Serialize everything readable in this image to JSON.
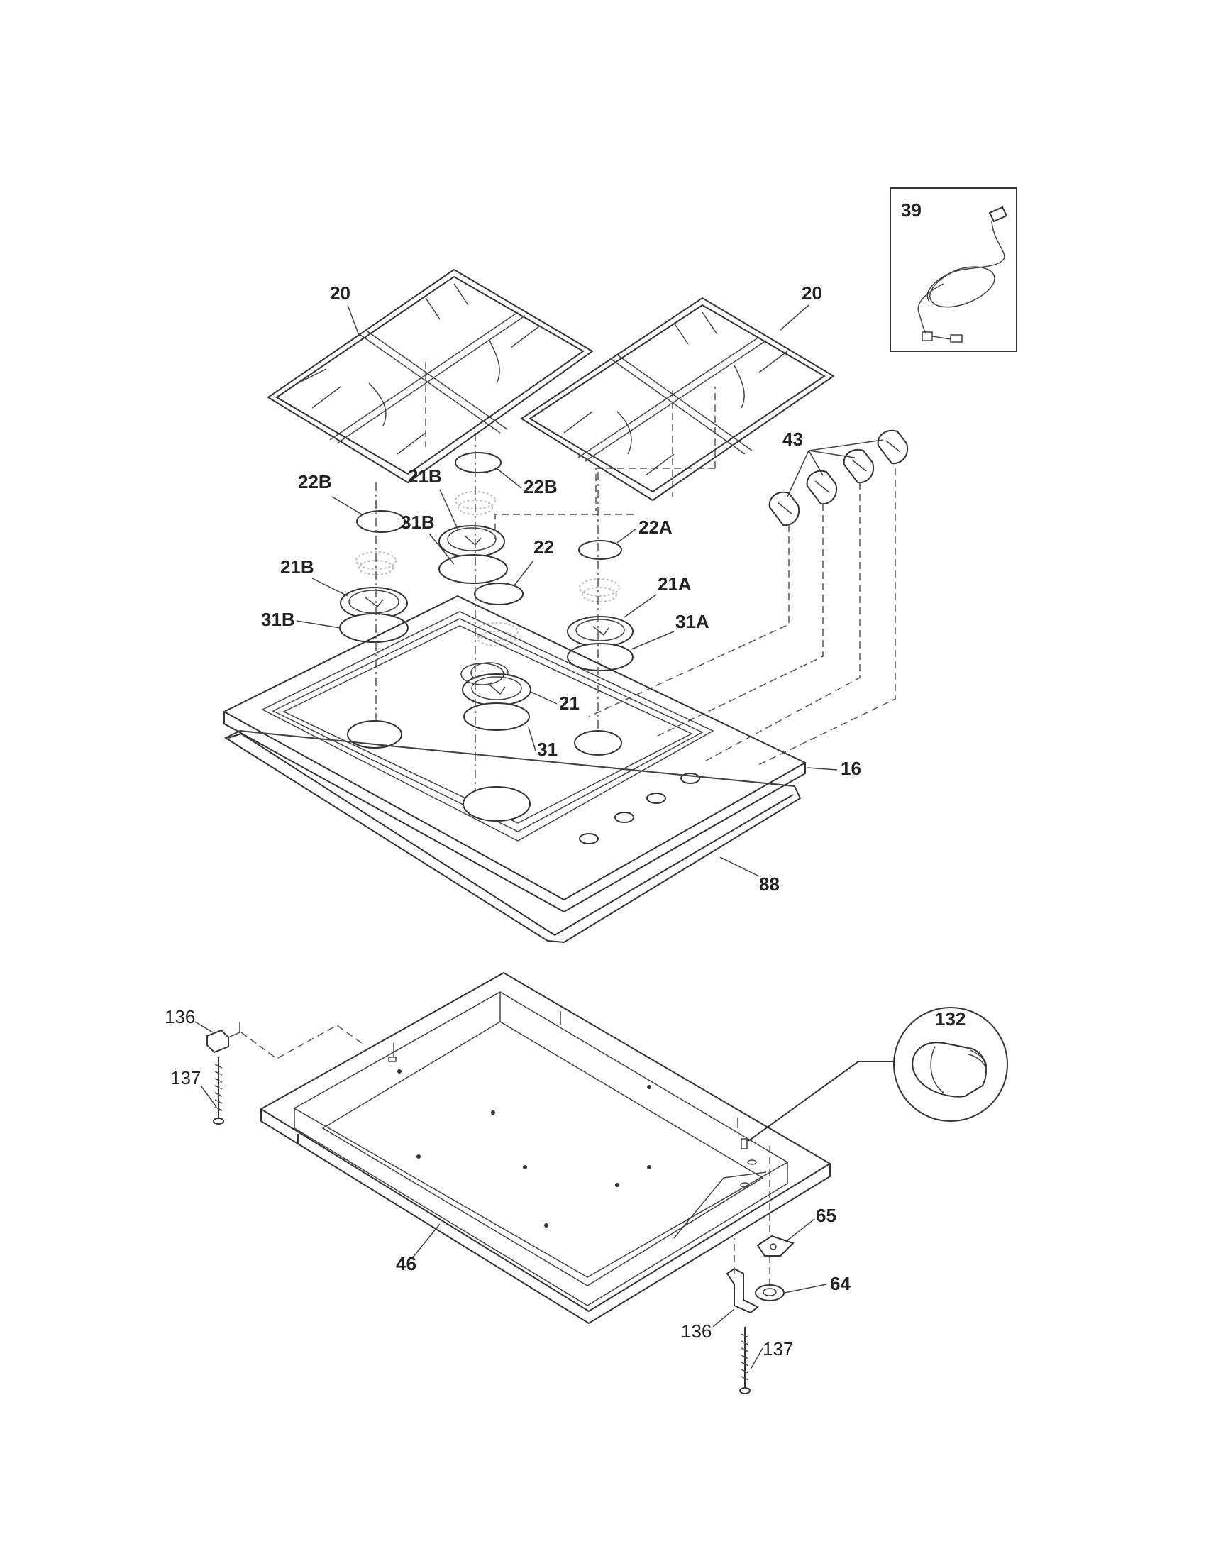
{
  "labels": {
    "grate_left": "20",
    "grate_right": "20",
    "cord": "39",
    "knobs": "43",
    "cap_left": "22B",
    "cap_center_back": "22B",
    "cap_right": "22A",
    "cap_center": "22",
    "head_left": "21B",
    "head_center_back": "21B",
    "head_right": "21A",
    "head_center": "21",
    "ring_left": "31B",
    "ring_center_back": "31B",
    "ring_right": "31A",
    "ring_center": "31",
    "cooktop": "16",
    "gasket": "88",
    "box": "46",
    "bracket_left": "136",
    "screw_left": "137",
    "bracket_right": "136",
    "screw_right": "137",
    "grommet": "132",
    "plate_65": "65",
    "plate_64": "64"
  }
}
